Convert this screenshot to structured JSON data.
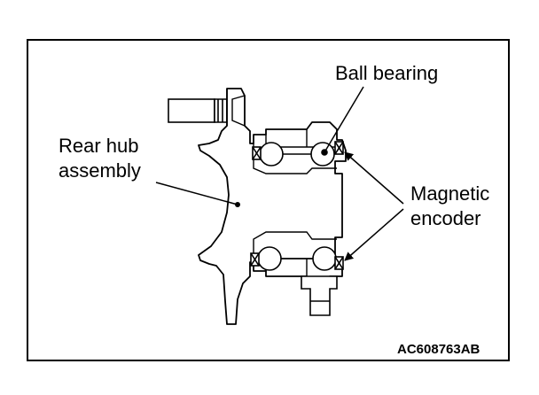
{
  "labels": {
    "ball_bearing": "Ball bearing",
    "rear_hub_line1": "Rear hub",
    "rear_hub_line2": "assembly",
    "magnetic_line1": "Magnetic",
    "magnetic_line2": "encoder",
    "figure_code": "AC608763AB"
  }
}
